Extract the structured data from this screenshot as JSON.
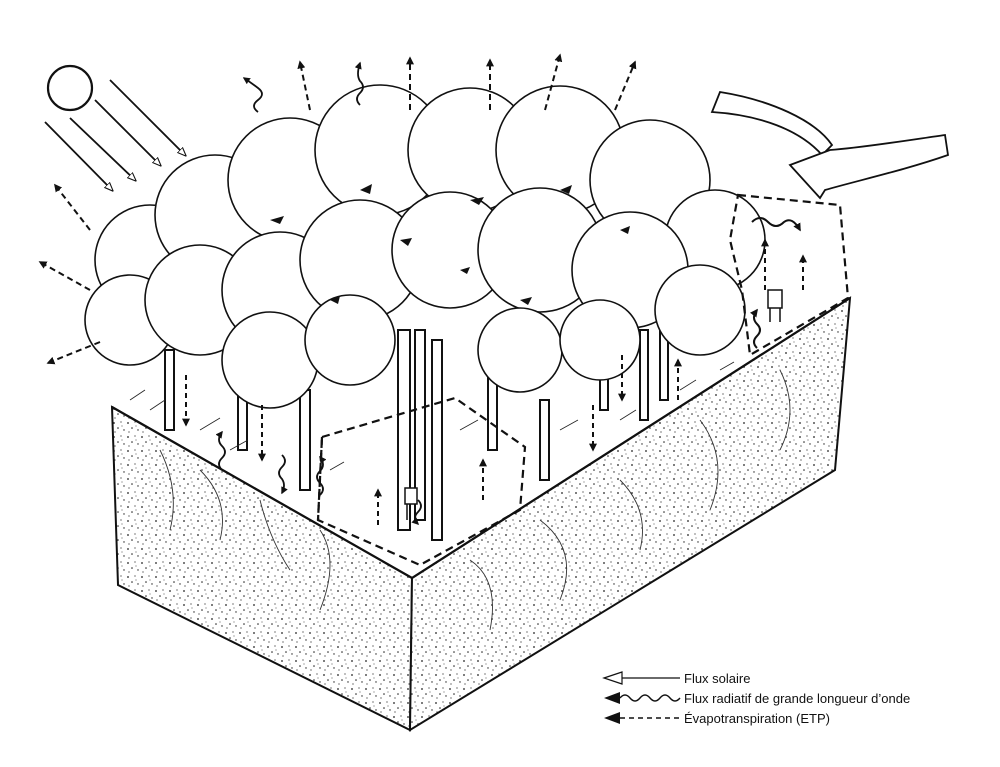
{
  "colors": {
    "ink": "#111111",
    "paper": "#ffffff"
  },
  "icons": {
    "sun": "sun-icon",
    "solar": "hollow-arrow-icon",
    "longwave": "wavy-arrow-icon",
    "etp": "dashed-arrow-icon",
    "wind": "wind-arrow-icon"
  },
  "legend": {
    "items": [
      {
        "key": "solar",
        "label": "Flux solaire"
      },
      {
        "key": "longwave",
        "label": "Flux radiatif de grande longueur d’onde"
      },
      {
        "key": "etp",
        "label": "Évapotranspiration (ETP)"
      }
    ]
  }
}
